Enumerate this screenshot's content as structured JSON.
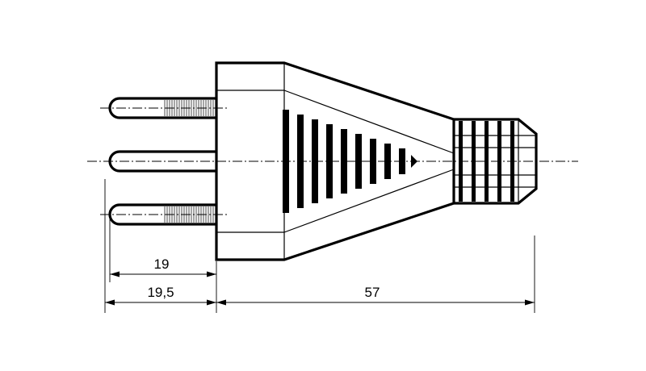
{
  "dimensions": {
    "pin_length": "19",
    "pin_length_total": "19,5",
    "body_length": "57"
  },
  "colors": {
    "line": "#000000",
    "background": "#ffffff"
  }
}
